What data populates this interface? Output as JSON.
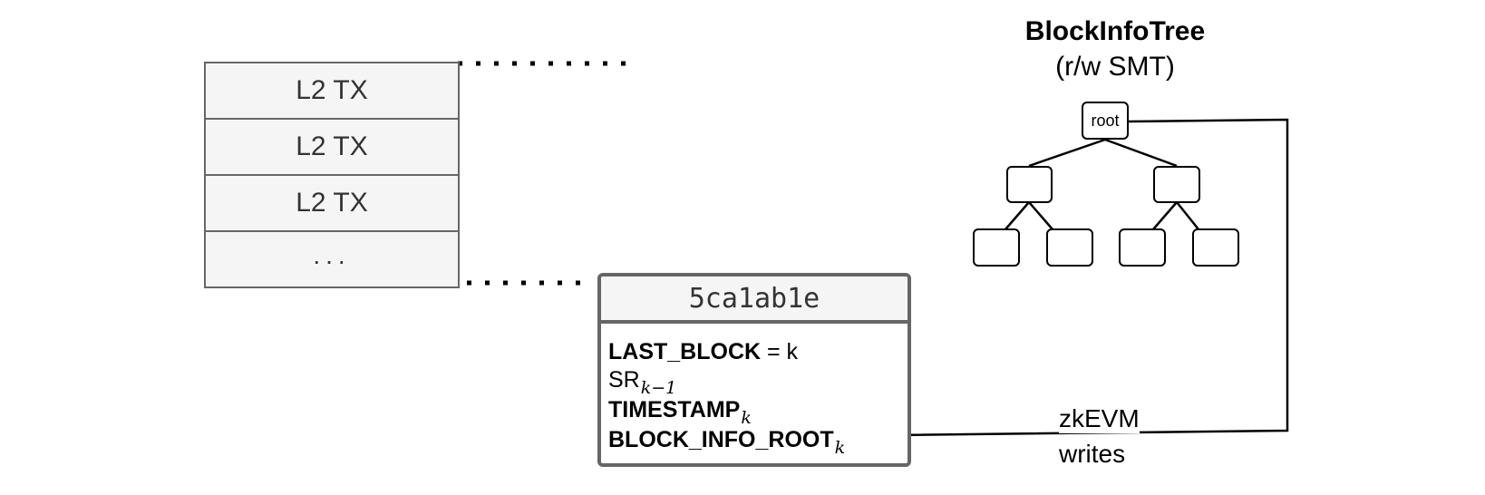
{
  "transactions": {
    "rows": [
      "L2 TX",
      "L2 TX",
      "L2 TX"
    ],
    "ellipsis": "..."
  },
  "batch": {
    "header": "5ca1ab1e",
    "fields": [
      {
        "name": "LAST_BLOCK",
        "suffix": " = k",
        "subscript": ""
      },
      {
        "name": "SR",
        "suffix": "",
        "subscript": "k−1"
      },
      {
        "name": "TIMESTAMP",
        "suffix": "",
        "subscript": "k"
      },
      {
        "name": "BLOCK_INFO_ROOT",
        "suffix": "",
        "subscript": "k"
      }
    ]
  },
  "tree": {
    "title": "BlockInfoTree",
    "subtitle": "(r/w SMT)",
    "root_label": "root"
  },
  "edge": {
    "label_line1": "zkEVM",
    "label_line2": "writes"
  },
  "colors": {
    "box_fill": "#f5f5f5",
    "box_border": "#666666",
    "line": "#000000"
  }
}
